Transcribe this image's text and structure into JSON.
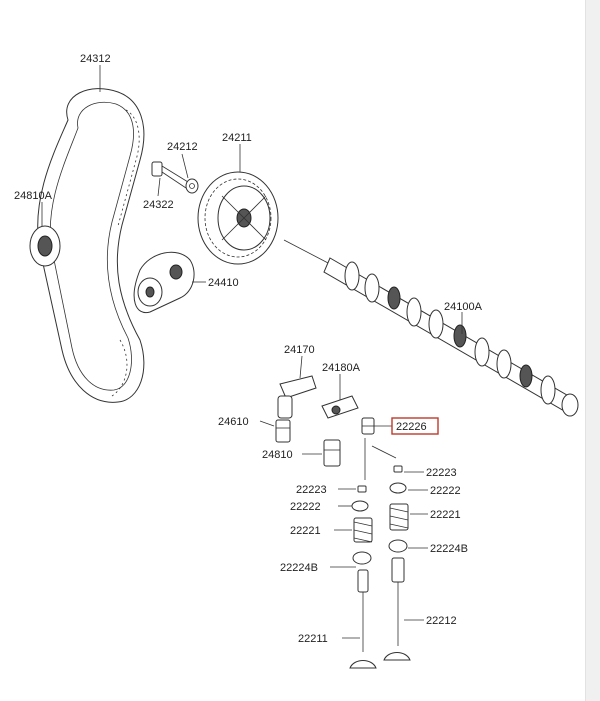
{
  "labels": {
    "p24312": "24312",
    "p24212": "24212",
    "p24211": "24211",
    "p24322": "24322",
    "p24810A": "24810A",
    "p24410": "24410",
    "p24100A": "24100A",
    "p24170": "24170",
    "p24180A": "24180A",
    "p24610": "24610",
    "p24810": "24810",
    "p22226": "22226",
    "p22223a": "22223",
    "p22223b": "22223",
    "p22222a": "22222",
    "p22222b": "22222",
    "p22221a": "22221",
    "p22221b": "22221",
    "p22224B": "22224B",
    "p22224B_right": "22224B",
    "p22211": "22211",
    "p22212": "22212"
  },
  "highlight": {
    "color": "#c0392b"
  }
}
